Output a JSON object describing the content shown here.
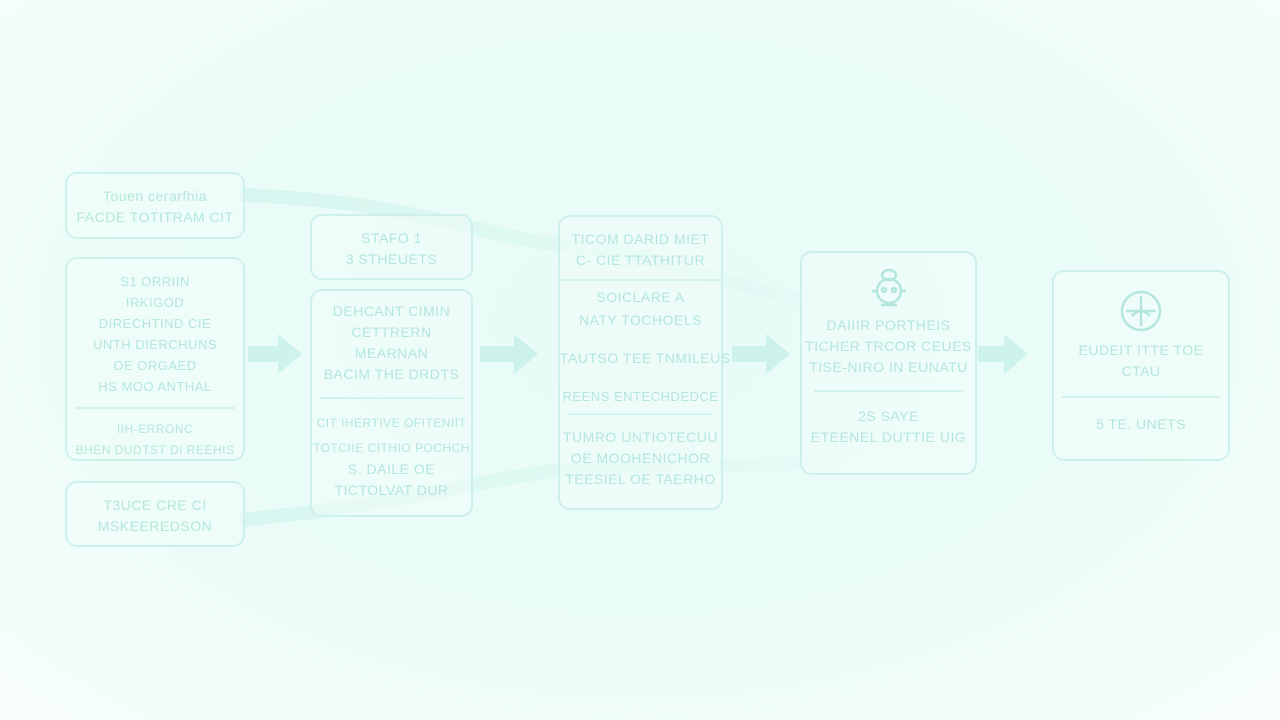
{
  "diagram": {
    "inputs": [
      {
        "lines": [
          "Touen cerarfhia",
          "FACDE TOTITRAM CIT"
        ]
      },
      {
        "top": [
          "S1 ORRIIN",
          "IRKIGOD",
          "DIRECHTIND CIE",
          "UNTH DIERCHUNS",
          "OE ORGAED",
          "HS MOO ANTHAL"
        ],
        "bottom": [
          "IIH-ERRONC",
          "BHEN DUDTST DI REEHIS"
        ]
      },
      {
        "lines": [
          "T3UCE CRE CI",
          "MSKEEREDSON"
        ]
      }
    ],
    "stage1": {
      "header": [
        "STAFO 1",
        "3 STHEUETS"
      ],
      "body": [
        "DEHCANT CIMIN",
        "CETTRERN",
        "MEARNAN",
        "BACIM THE DRDTS"
      ],
      "footer": [
        "CIT IHERTIVE OFITENIIT",
        "TOTCIIE CITHIO POCHCH",
        "S. DAILE OE",
        "TICTOLVAT DUR"
      ]
    },
    "stage2": {
      "header": [
        "TICOM DARID MIET",
        "C- CIE TTATHITUR"
      ],
      "body": [
        "SOICLARE A",
        "NATY TOCHOELS"
      ],
      "mid": [
        "TAUTSO TEE TNMILEUS"
      ],
      "sub": [
        "REENS ENTECHDEDCE"
      ],
      "footer": [
        "TUMRO UNTIOTECUU",
        "OE MOOHENICHOR",
        "TEESIEL OE TAERHO"
      ]
    },
    "stage3": {
      "icon": "robot-icon",
      "body": [
        "DAIIIR PORTHEIS",
        "TICHER TRCOR CEUES",
        "TISE-NIRO IN EUNATU"
      ],
      "footer": [
        "2S SAYE",
        "ETEENEL DUTTIE UIG"
      ]
    },
    "stage4": {
      "icon": "target-icon",
      "body": [
        "EUDEIT ITTE TOE",
        "CTAU"
      ],
      "footer": [
        "5 TE. UNETS"
      ]
    },
    "colors": {
      "box_border": "#cdf1ea",
      "text": "#b4e6dc",
      "arrow": "#c6f0e7",
      "background": "#eafcf8"
    }
  }
}
